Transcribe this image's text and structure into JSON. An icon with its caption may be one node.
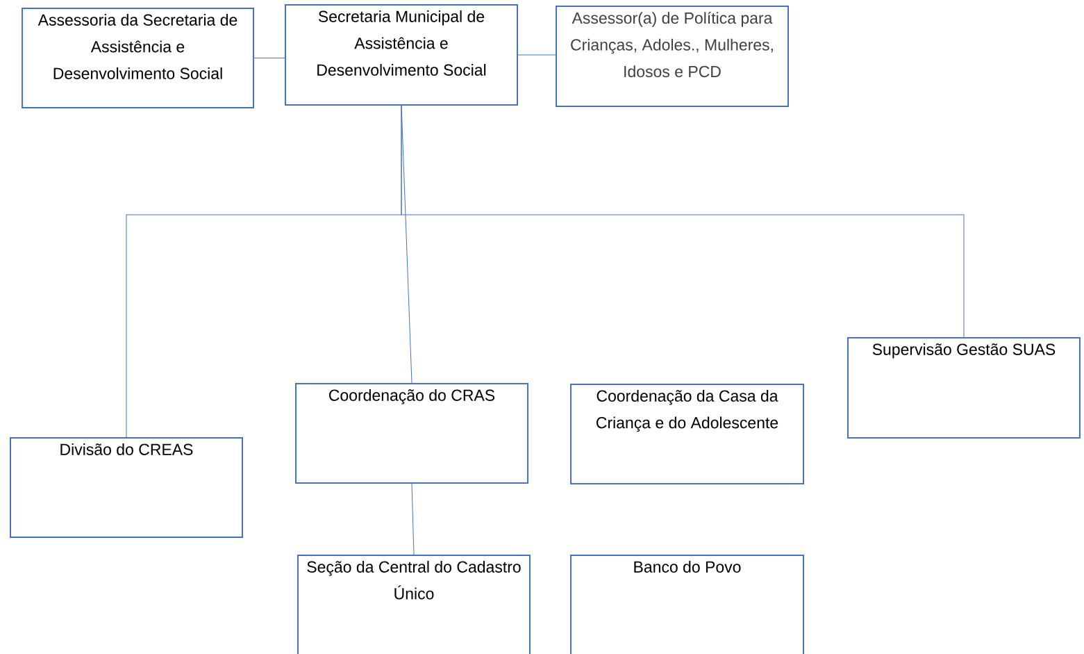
{
  "diagram": {
    "nodes": [
      {
        "text": [
          "Assessoria da Secretaria de Assistência e Desenvolvimento Social"
        ]
      },
      {
        "text": [
          "Secretaria Municipal de Assistência e Desenvolvimento Social"
        ]
      },
      {
        "text": [
          "Assessor(a) de Política para Crianças, Adoles., Mulheres, Idosos e PCD"
        ]
      },
      {
        "text": [
          "Divisão do CREAS"
        ]
      },
      {
        "text": [
          "Coordenação do CRAS"
        ]
      },
      {
        "text": [
          "Coordenação da Casa da Criança e do Adolescente"
        ]
      },
      {
        "text": [
          "Supervisão Gestão SUAS"
        ]
      },
      {
        "text": [
          "Seção da Central do Cadastro Único"
        ]
      },
      {
        "text": [
          "Banco do Povo"
        ]
      }
    ],
    "edges": [
      {
        "from": 0,
        "to": 1,
        "arrow": "none"
      },
      {
        "from": 1,
        "to": 2,
        "arrow": "none"
      },
      {
        "from": 1,
        "to": 3,
        "arrow": "none"
      },
      {
        "from": 1,
        "to": 4,
        "arrow": "none"
      },
      {
        "from": 1,
        "to": 6,
        "arrow": "none"
      },
      {
        "from": 4,
        "to": 7,
        "arrow": "none"
      }
    ]
  }
}
